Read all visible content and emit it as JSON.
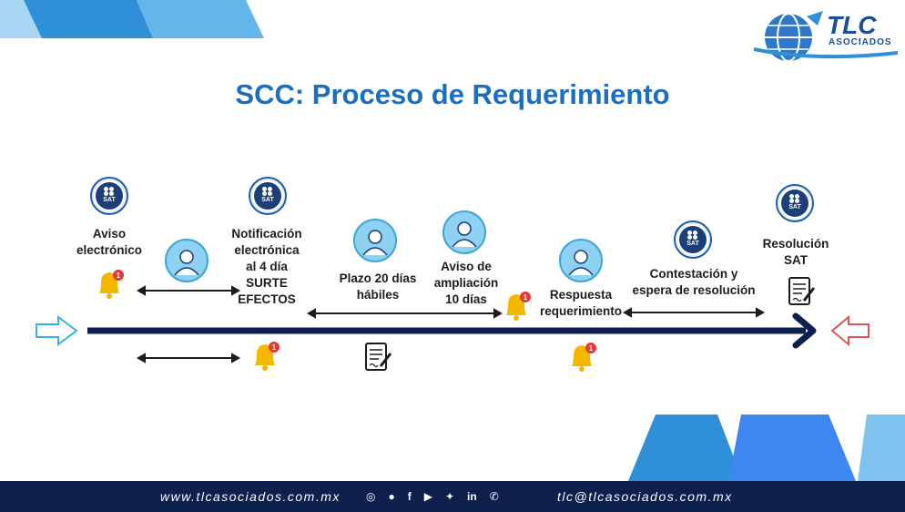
{
  "title": "SCC: Proceso de Requerimiento",
  "logo": {
    "name": "TLC",
    "subtitle": "ASOCIADOS"
  },
  "colors": {
    "title": "#1a6fbf",
    "timeline": "#0c1f4d",
    "bell": "#f5b800",
    "accent_blue": "#2f8fd8",
    "footer": "#0c1f4d"
  },
  "steps": [
    {
      "label": "Aviso\nelectrónico",
      "icon": "sat-logo-icon"
    },
    {
      "label": "Notificación\nelectrónica\nal 4 día\nSURTE\nEFECTOS",
      "icon": "sat-logo-icon"
    },
    {
      "label": "Plazo 20 días\nhábiles",
      "icon": "contribuyente-icon"
    },
    {
      "label": "Aviso de\nampliación\n10 días",
      "icon": "contribuyente-icon"
    },
    {
      "label": "Respuesta\nrequerimiento",
      "icon": "contribuyente-icon"
    },
    {
      "label": "Contestación y\nespera de resolución",
      "icon": "sat-logo-icon"
    },
    {
      "label": "Resolución\nSAT",
      "icon": "sat-logo-icon"
    }
  ],
  "sat_text": "SAT",
  "badge_count": "1",
  "footer": {
    "website": "www.tlcasociados.com.mx",
    "email": "tlc@tlcasociados.com.mx",
    "social_icons": [
      "instagram-icon",
      "pinterest-icon",
      "facebook-icon",
      "youtube-icon",
      "twitter-icon",
      "linkedin-icon",
      "whatsapp-icon"
    ]
  }
}
